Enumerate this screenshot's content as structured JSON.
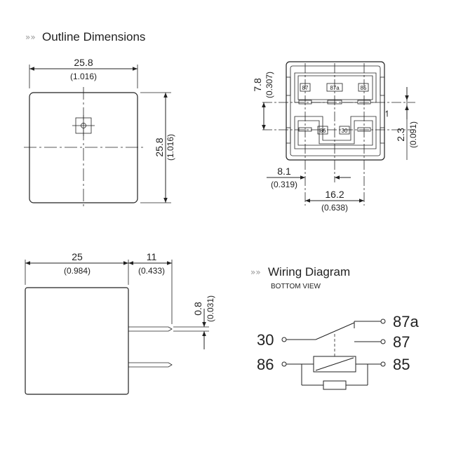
{
  "sections": {
    "outline_title": "Outline Dimensions",
    "wiring_title": "Wiring Diagram",
    "wiring_subtitle": "BOTTOM VIEW",
    "chevron": "»»"
  },
  "top_view": {
    "width_mm": "25.8",
    "width_in": "(1.016)",
    "height_mm": "25.8",
    "height_in": "(1.016)"
  },
  "bottom_view": {
    "pins": [
      "87",
      "87a",
      "85",
      "86",
      "30"
    ],
    "dim_pin_row_mm": "7.8",
    "dim_pin_row_in": "(0.307)",
    "dim_pin_thk_mm": "2.3",
    "dim_pin_thk_in": "(0.091)",
    "dim_a_mm": "8.1",
    "dim_a_in": "(0.319)",
    "dim_b_mm": "16.2",
    "dim_b_in": "(0.638)",
    "marker": "⇀"
  },
  "side_view": {
    "body_mm": "25",
    "body_in": "(0.984)",
    "pin_len_mm": "11",
    "pin_len_in": "(0.433)",
    "pin_thk_mm": "0.8",
    "pin_thk_in": "(0.031)"
  },
  "wiring": {
    "terminals": {
      "t87a": "87a",
      "t30": "30",
      "t87": "87",
      "t86": "86",
      "t85": "85"
    }
  }
}
